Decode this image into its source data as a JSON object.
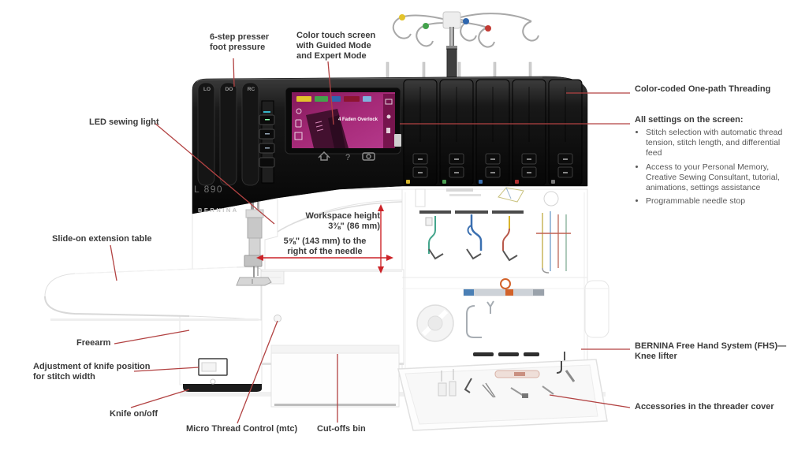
{
  "machine": {
    "model": "L 890",
    "brand": "BERNINA",
    "dial_labels": [
      "LO",
      "DO",
      "RC"
    ],
    "screen": {
      "status_text": "4 Faden Overlock",
      "background_color": "#a02a72",
      "chip_colors": [
        "#e3c32b",
        "#43a24c",
        "#2f66ae",
        "#8c1430",
        "#7fb2dd"
      ],
      "help_glyph": "?"
    },
    "thread_guide_colors": [
      "#e3c32b",
      "#43a24c",
      "#2f66ae",
      "#c23b34"
    ],
    "tension_dot_colors": [
      "#d4b42a",
      "#4a9e52",
      "#3a6fb0",
      "#b03030",
      "#777777"
    ]
  },
  "callouts": {
    "six_step": "6-step presser\nfoot pressure",
    "touch_screen": "Color touch screen\nwith Guided Mode\nand Expert Mode",
    "color_coded": "Color-coded One-path Threading",
    "settings": {
      "heading": "All settings on the screen:",
      "bullets": [
        "Stitch selection with automatic thread tension, stitch length, and differential feed",
        "Access to your Personal Memory, Creative Sewing Consultant, tutorial, animations, settings assistance",
        "Programmable needle stop"
      ]
    },
    "led": "LED sewing light",
    "extension_table": "Slide-on extension table",
    "workspace_height": "Workspace height\n3⅜\" (86 mm)",
    "needle_right": "5⅝\" (143 mm) to the\nright of the needle",
    "freearm": "Freearm",
    "knife_adjust": "Adjustment of knife position\nfor stitch width",
    "knife_onoff": "Knife on/off",
    "mtc": "Micro Thread Control (mtc)",
    "cutoffs": "Cut-offs bin",
    "fhs": "BERNINA Free Hand System (FHS)—\nKnee lifter",
    "accessories": "Accessories in the threader cover"
  },
  "colors": {
    "leader_red": "#b24242",
    "arrow_red": "#cc2328",
    "label_text": "#3a3a3a",
    "bullet_text": "#585858"
  }
}
